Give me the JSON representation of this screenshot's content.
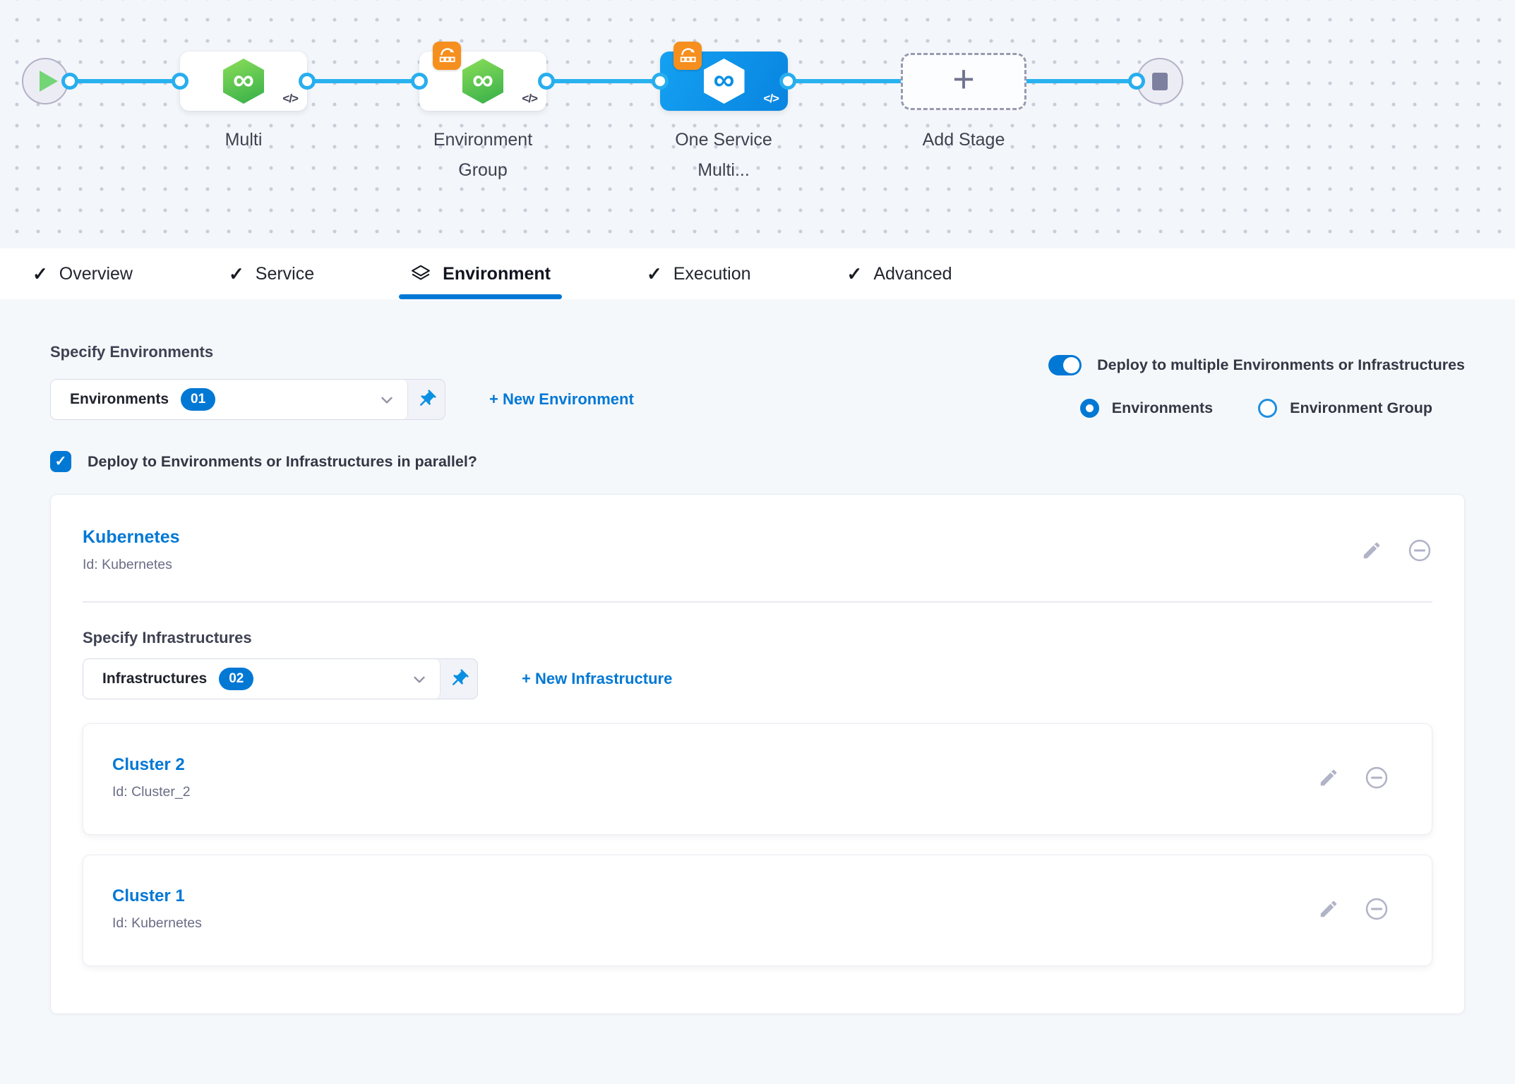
{
  "pipeline_canvas": {
    "stages": [
      {
        "label": "Multi"
      },
      {
        "label": "Environment Group"
      },
      {
        "label": "One Service Multi...",
        "selected": true
      }
    ],
    "add_stage_label": "Add Stage",
    "code_glyph": "</>"
  },
  "icons": {
    "check": "✓",
    "plus": "+",
    "infinity": "∞"
  },
  "tabs": [
    {
      "label": "Overview",
      "state": "complete"
    },
    {
      "label": "Service",
      "state": "complete"
    },
    {
      "label": "Environment",
      "state": "active"
    },
    {
      "label": "Execution",
      "state": "complete"
    },
    {
      "label": "Advanced",
      "state": "complete"
    }
  ],
  "environment_tab": {
    "specify_environments_label": "Specify Environments",
    "environments_dropdown": {
      "value": "Environments",
      "count": "01"
    },
    "new_environment_label": "+ New Environment",
    "deploy_multiple_toggle": {
      "label": "Deploy to multiple Environments or Infrastructures",
      "on": true
    },
    "scope_radios": {
      "environments_label": "Environments",
      "environment_group_label": "Environment Group",
      "selected": "Environments"
    },
    "parallel_checkbox": {
      "label": "Deploy to Environments or Infrastructures in parallel?",
      "checked": true
    },
    "environment_card": {
      "name": "Kubernetes",
      "id": "Id: Kubernetes",
      "specify_infrastructures_label": "Specify Infrastructures",
      "infrastructures_dropdown": {
        "value": "Infrastructures",
        "count": "02"
      },
      "new_infrastructure_label": "+ New Infrastructure",
      "infrastructures": [
        {
          "name": "Cluster 2",
          "id": "Id: Cluster_2"
        },
        {
          "name": "Cluster 1",
          "id": "Id: Kubernetes"
        }
      ]
    }
  },
  "colors": {
    "primary_blue": "#0278d5",
    "connector_blue": "#29b2ef",
    "selected_node_blue": "#0b8fe4",
    "badge_orange": "#f68f1e",
    "service_green": "#3eb34b"
  }
}
